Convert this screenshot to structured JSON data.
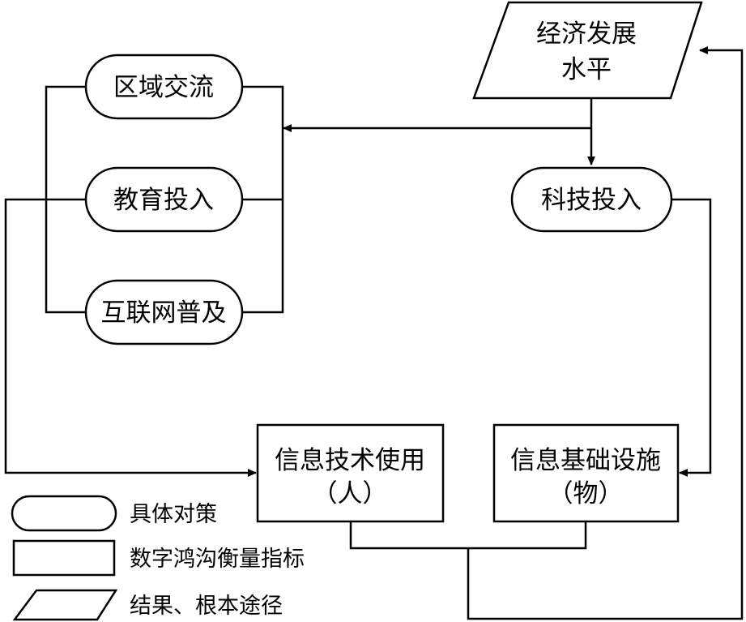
{
  "nodes": {
    "economy": [
      "经济发展",
      "水平"
    ],
    "regional": "区域交流",
    "education": "教育投入",
    "internet": "互联网普及",
    "tech": "科技投入",
    "it_use": [
      "信息技术使用",
      "（人）"
    ],
    "infra": [
      "信息基础设施",
      "（物）"
    ]
  },
  "legend": {
    "stadium": "具体对策",
    "rect": "数字鸿沟衡量指标",
    "parallelogram": "结果、根本途径"
  }
}
